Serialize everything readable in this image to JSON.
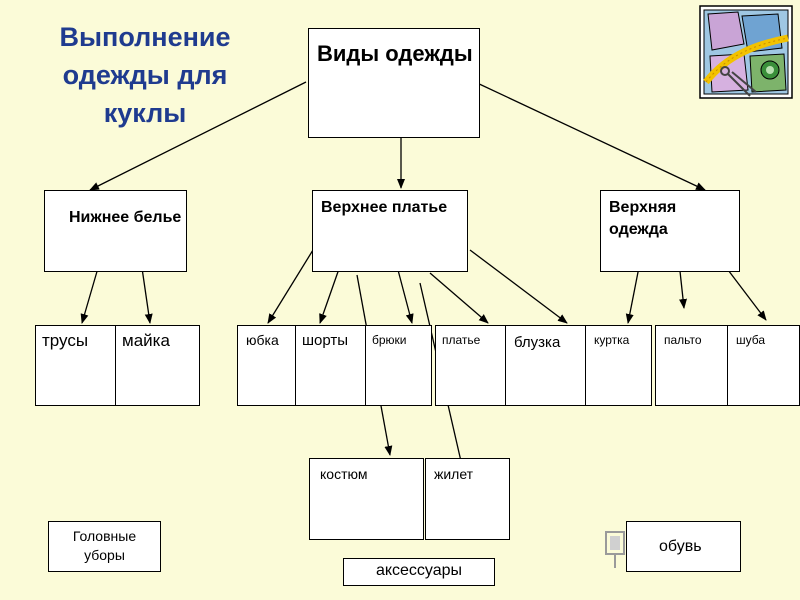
{
  "title": "Выполнение одежды для куклы",
  "root": "Виды одежды",
  "categories": {
    "under": "Нижнее белье",
    "outer_dress": "Верхнее платье",
    "outerwear": "Верхняя одежда"
  },
  "items": {
    "trusy": "трусы",
    "maika": "майка",
    "yubka": "юбка",
    "shorty": "шорты",
    "bryuki": "брюки",
    "platye": "платье",
    "bluzka": "блузка",
    "kurtka": "куртка",
    "palto": "пальто",
    "shuba": "шуба",
    "kostyum": "костюм",
    "zhilet": "жилет"
  },
  "extras": {
    "headwear": "Головные уборы",
    "accessories": "аксессуары",
    "footwear": "обувь"
  },
  "colors": {
    "title": "#1f3b8f",
    "background": "#fbfbd8"
  },
  "icons": [
    "sewing-clipart-icon",
    "smart-tag-icon"
  ]
}
